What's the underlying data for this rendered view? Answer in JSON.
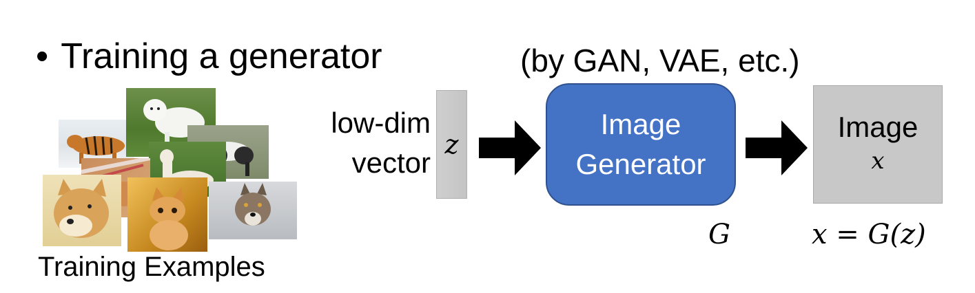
{
  "bullet": {
    "symbol": "•",
    "text": "Training a generator"
  },
  "subtitle": "(by GAN, VAE, etc.)",
  "input": {
    "label_line1": "low-dim",
    "label_line2": "vector",
    "variable": "z"
  },
  "generator": {
    "label_line1": "Image",
    "label_line2": "Generator",
    "symbol": "G"
  },
  "output": {
    "label": "Image",
    "variable": "x",
    "equation": "x = G(z)"
  },
  "training_examples_label": "Training Examples",
  "colors": {
    "generator_fill": "#4472c4",
    "box_gray": "#c8c8c8",
    "arrow": "#000000"
  }
}
